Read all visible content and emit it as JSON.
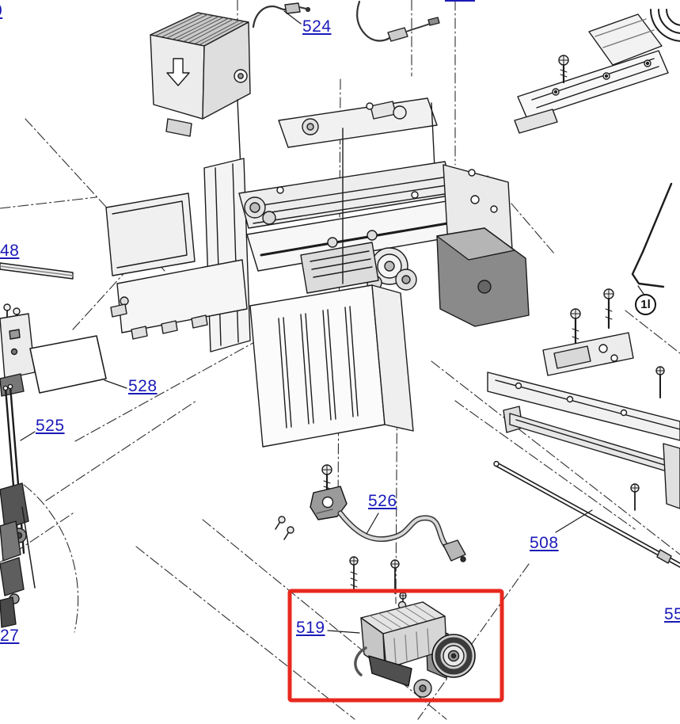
{
  "diagram": {
    "type": "printer-exploded-parts-diagram",
    "highlighted_part": "519",
    "colors": {
      "label_link": "#1a1ab8",
      "highlight_box": "#e8281e",
      "line_art": "#1c1c1c"
    },
    "labels": {
      "l524": "524",
      "l548_partial": "48",
      "l528": "528",
      "l525": "525",
      "l526": "526",
      "l508": "508",
      "l519": "519",
      "l527_partial": "27",
      "l55_partial": "55",
      "l0_partial": "0",
      "circled_ref": "1l"
    }
  }
}
